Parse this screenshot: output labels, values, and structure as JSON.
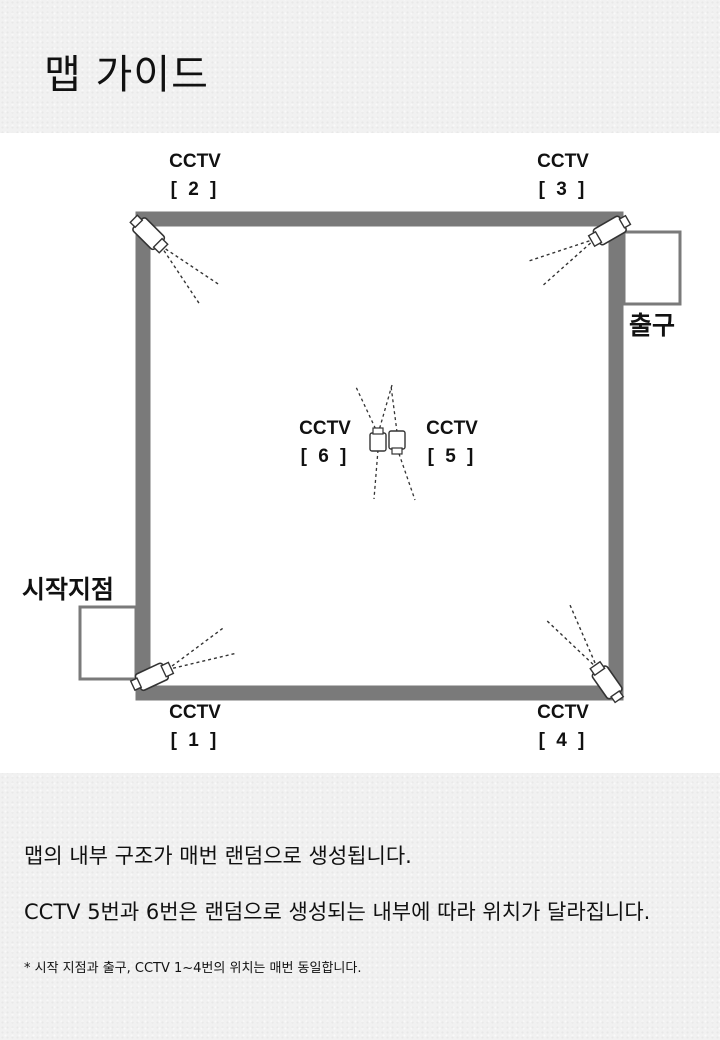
{
  "page": {
    "title": "맵 가이드",
    "colors": {
      "wall": "#7a7a7a",
      "background": "#f1f1f1",
      "panel": "#ffffff"
    }
  },
  "map": {
    "start_label": "시작지점",
    "exit_label": "출구",
    "cameras": [
      {
        "name": "CCTV",
        "number": "[ 1 ]"
      },
      {
        "name": "CCTV",
        "number": "[ 2 ]"
      },
      {
        "name": "CCTV",
        "number": "[ 3 ]"
      },
      {
        "name": "CCTV",
        "number": "[ 4 ]"
      },
      {
        "name": "CCTV",
        "number": "[ 5 ]"
      },
      {
        "name": "CCTV",
        "number": "[ 6 ]"
      }
    ]
  },
  "notes": {
    "line1": "맵의 내부 구조가 매번 랜덤으로 생성됩니다.",
    "line2": "CCTV 5번과 6번은 랜덤으로 생성되는 내부에 따라 위치가 달라집니다.",
    "footnote": "* 시작 지점과 출구, CCTV 1~4번의 위치는 매번 동일합니다."
  }
}
